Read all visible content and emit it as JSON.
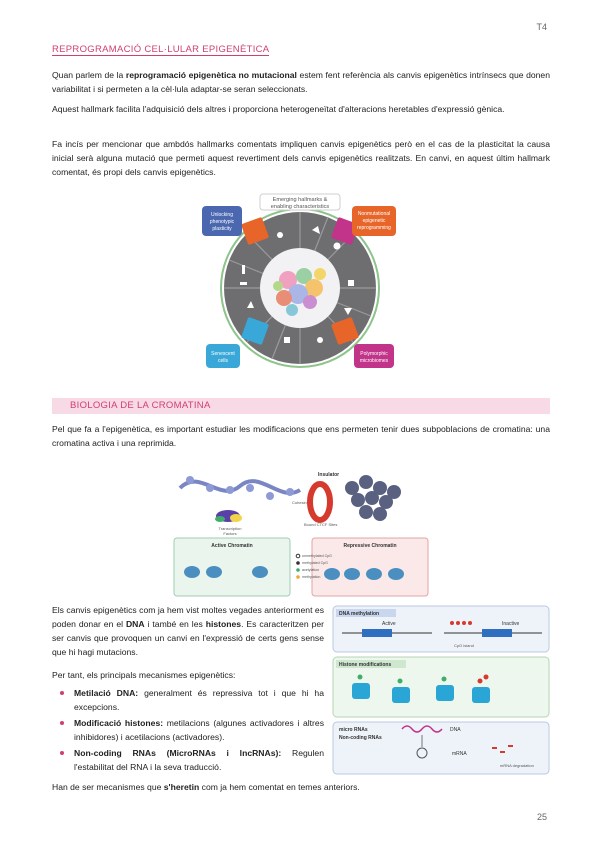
{
  "header": {
    "tag": "T4"
  },
  "section1": {
    "title": "Reprogramació cel·lular epigenètica",
    "p1_pre": "Quan parlem de la ",
    "p1_bold": "reprogramació epigenètica no mutacional",
    "p1_post": " estem fent referència als canvis epigenètics intrínsecs que donen variabilitat i si permeten a la cèl·lula adaptar-se seran seleccionats.",
    "p2": "Aquest hallmark facilita l'adquisició dels altres i proporciona heterogeneïtat d'alteracions heretables d'expressió gènica.",
    "p3": "Fa incís per mencionar que ambdós hallmarks comentats impliquen canvis epigenètics però en el cas de la plasticitat la causa inicial serà alguna mutació que permeti aquest revertiment dels canvis epigenètics realitzats. En canvi, en aquest últim hallmark comentat, és propi dels canvis epigenètics."
  },
  "figure1": {
    "center_title_1": "Emerging hallmarks &",
    "center_title_2": "enabling characteristics",
    "box_top_left_1": "Unlocking",
    "box_top_left_2": "phenotypic",
    "box_top_left_3": "plasticity",
    "box_top_right_1": "Nonmutational",
    "box_top_right_2": "epigenetic",
    "box_top_right_3": "reprogramming",
    "box_bottom_left_1": "Senescent",
    "box_bottom_left_2": "cells",
    "box_bottom_right_1": "Polymorphic",
    "box_bottom_right_2": "microbiomes",
    "colors": {
      "blue": "#4a67b0",
      "orange": "#e8652a",
      "cyan": "#39a8d8",
      "magenta": "#c2338a"
    }
  },
  "section2": {
    "title": "Biologia de la cromatina",
    "p1": "Pel que fa a l'epigenètica, es important estudiar les modificacions que ens permeten tenir dues subpoblacions de cromatina: una cromatina activa i una reprimida."
  },
  "figure2": {
    "insulator": "Insulator",
    "active": "Active Chromatin",
    "repressive": "Repressive Chromatin",
    "cohesin": "Cohesin",
    "ctcf": "Bound CTCF Sites",
    "transcription": "Transcription",
    "factors": "Factors",
    "legend_1": "unmethylated CpG",
    "legend_2": "methylated CpG",
    "legend_3": "acetylation",
    "legend_4": "methylation"
  },
  "section3": {
    "p1_a": "Els canvis epigenètics com ja hem vist moltes vegades anteriorment es poden donar en el ",
    "p1_dna": "DNA",
    "p1_b": " i també en les ",
    "p1_hist": "histones",
    "p1_c": ". Es caracteritzen per ser canvis que provoquen un canvi en l'expressió de certs gens sense que hi hagi mutacions.",
    "p2": "Per tant, els principals mecanismes epigenètics:",
    "items": [
      {
        "bold": "Metilació DNA:",
        "text": " generalment és repressiva tot i que hi ha excepcions."
      },
      {
        "bold": "Modificació histones:",
        "text": " metilacions (algunes activadores i altres inhibidores) i acetilacions (activadores)."
      },
      {
        "bold": "Non-coding RNAs (MicroRNAs i lncRNAs):",
        "text": " Regulen l'estabilitat del RNA i la seva traducció."
      }
    ],
    "last_pre": "Han de ser mecanismes que ",
    "last_bold": "s'heretin",
    "last_post": " com ja hem comentat en temes anteriors."
  },
  "figure3": {
    "panel1": "DNA methylation",
    "active": "Active",
    "inactive": "Inactive",
    "cpg": "CpG island",
    "panel2": "Histone modifications",
    "panel3_a": "Non-coding RNAs",
    "micro": "micro RNAs",
    "dna": "DNA",
    "mrna": "mRNA",
    "deg": "mRNA degradation"
  },
  "footer": {
    "page_number": "25"
  }
}
